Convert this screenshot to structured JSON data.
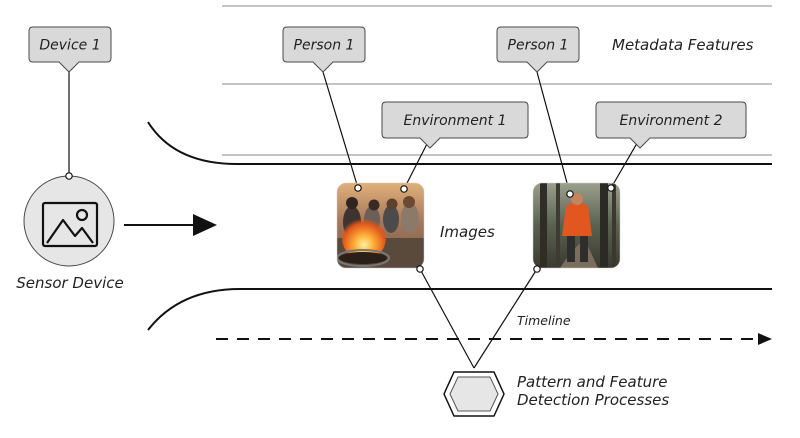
{
  "callouts": {
    "device": "Device 1",
    "person_a": "Person 1",
    "person_b": "Person 1",
    "env_a": "Environment 1",
    "env_b": "Environment 2"
  },
  "labels": {
    "metadata": "Metadata Features",
    "sensor": "Sensor Device",
    "images": "Images",
    "timeline": "Timeline",
    "process_line1": "Pattern and Feature",
    "process_line2": "Detection Processes"
  },
  "colors": {
    "callout_fill": "#d9d9d9",
    "callout_stroke": "#4a4a4a",
    "line": "#111111",
    "rule": "#8a8a8a",
    "sensor_fill": "#e6e6e6",
    "campfire_sky": "#d69a5c",
    "hiker_forest": "#4b4f46",
    "hiker_jacket": "#e2561f"
  },
  "icons": {
    "sensor": "image-icon",
    "process": "hexagon-icon",
    "arrow": "arrow-right-icon"
  }
}
